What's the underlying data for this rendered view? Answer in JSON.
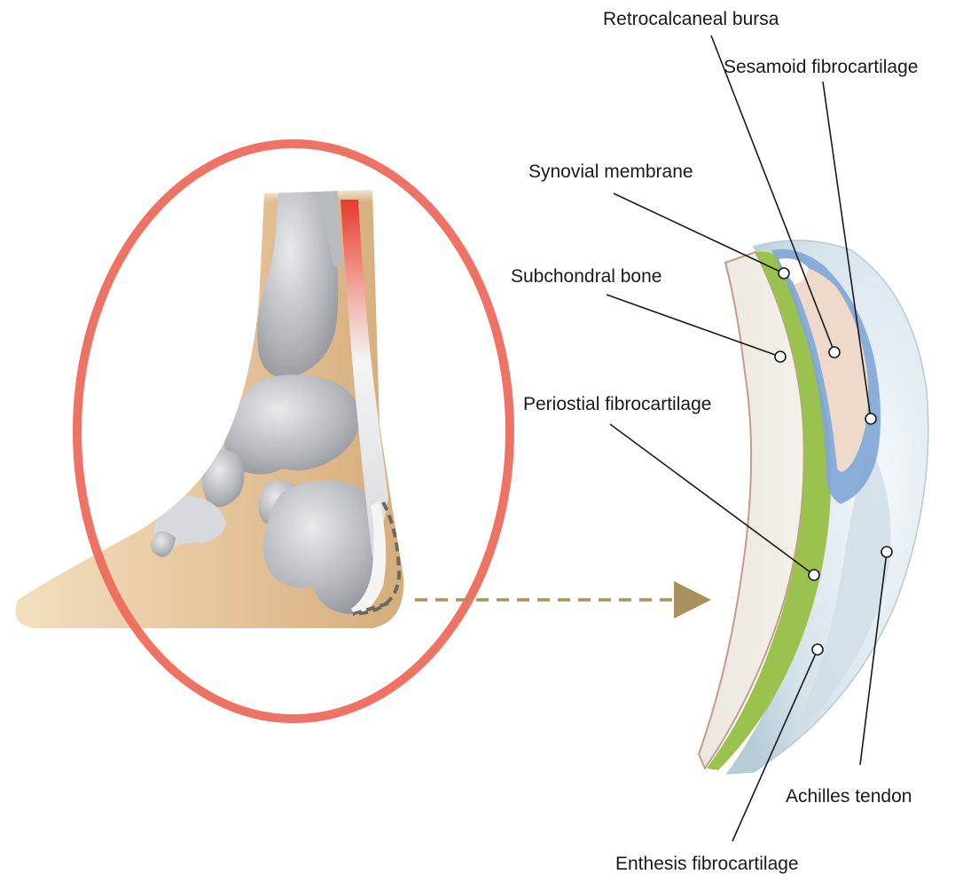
{
  "labels": {
    "retrocalcaneal_bursa": "Retrocalcaneal bursa",
    "sesamoid_fibrocartilage": "Sesamoid fibrocartilage",
    "synovial_membrane": "Synovial membrane",
    "subchondral_bone": "Subchondral bone",
    "periostial_fibrocartilage": "Periostial fibrocartilage",
    "achilles_tendon": "Achilles tendon",
    "enthesis_fibrocartilage": "Enthesis fibrocartilage"
  },
  "colors": {
    "magnifier_ring": "#ee6b5c",
    "skin": "#e9cfa9",
    "bone": "#b9bcbf",
    "tendon": "#d9e6ee",
    "achilles_highlight": "#e53a2b",
    "fibrocartilage_green": "#9bc24e",
    "synovial_blue": "#7fa6d6",
    "bursa_pink": "#efd9cb",
    "arrow": "#a8915f"
  }
}
